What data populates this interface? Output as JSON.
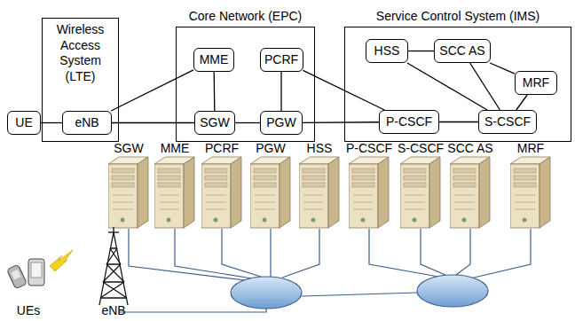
{
  "diagram": {
    "nodes": [
      {
        "text": [
          "Wireless Access System (LTE)"
        ]
      },
      {
        "text": [
          "eNB"
        ],
        "in": 0
      },
      {
        "text": [
          "Core Network (EPC)"
        ]
      },
      {
        "text": [
          "MME"
        ],
        "in": 2
      },
      {
        "text": [
          "PCRF"
        ],
        "in": 2
      },
      {
        "text": [
          "SGW"
        ],
        "in": 2
      },
      {
        "text": [
          "PGW"
        ],
        "in": 2
      },
      {
        "text": [
          "Service Control System (IMS)"
        ]
      },
      {
        "text": [
          "HSS"
        ],
        "in": 7
      },
      {
        "text": [
          "SCC AS"
        ],
        "in": 7
      },
      {
        "text": [
          "MRF"
        ],
        "in": 7
      },
      {
        "text": [
          "P-CSCF"
        ],
        "in": 7
      },
      {
        "text": [
          "S-CSCF"
        ],
        "in": 7
      },
      {
        "text": [
          "UE"
        ]
      }
    ],
    "edges": [
      {
        "from": 13,
        "to": 1,
        "arrow": "none"
      },
      {
        "from": 1,
        "to": 3,
        "arrow": "none"
      },
      {
        "from": 1,
        "to": 5,
        "arrow": "none"
      },
      {
        "from": 3,
        "to": 5,
        "arrow": "none"
      },
      {
        "from": 4,
        "to": 6,
        "arrow": "none"
      },
      {
        "from": 5,
        "to": 6,
        "arrow": "none"
      },
      {
        "from": 4,
        "to": 11,
        "arrow": "none"
      },
      {
        "from": 6,
        "to": 11,
        "arrow": "none"
      },
      {
        "from": 11,
        "to": 12,
        "arrow": "none"
      },
      {
        "from": 8,
        "to": 9,
        "arrow": "none"
      },
      {
        "from": 8,
        "to": 12,
        "arrow": "none"
      },
      {
        "from": 9,
        "to": 12,
        "arrow": "none"
      },
      {
        "from": 9,
        "to": 10,
        "arrow": "none"
      },
      {
        "from": 10,
        "to": 12,
        "arrow": "none"
      }
    ],
    "labels": [
      "SGW",
      "MME",
      "PCRF",
      "PGW",
      "HSS",
      "P-CSCF",
      "S-CSCF",
      "SCC AS",
      "MRF",
      "UEs",
      "eNB"
    ]
  }
}
